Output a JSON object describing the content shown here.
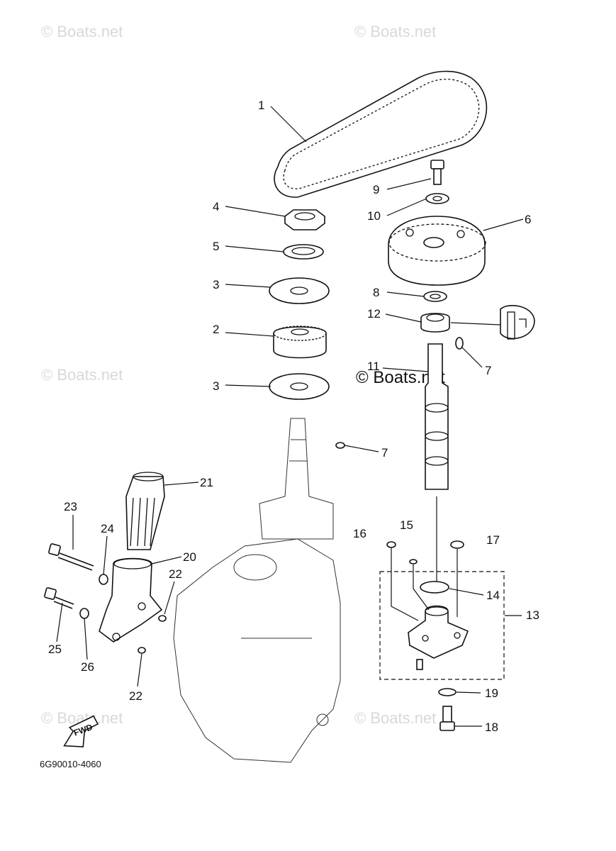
{
  "watermarks": {
    "top_left": "© Boats.net",
    "top_right": "© Boats.net",
    "mid_left": "© Boats.net",
    "center": "© Boats.net",
    "bottom_left": "© Boats.net",
    "bottom_right": "© Boats.net"
  },
  "diagram_code": "6G90010-4060",
  "fwd_label": "FWD",
  "callouts": {
    "c1": "1",
    "c2": "2",
    "c3a": "3",
    "c3b": "3",
    "c4": "4",
    "c5": "5",
    "c6": "6",
    "c7a": "7",
    "c7b": "7",
    "c8": "8",
    "c9": "9",
    "c10": "10",
    "c11": "11",
    "c12": "12",
    "c13": "13",
    "c14": "14",
    "c15": "15",
    "c16": "16",
    "c17": "17",
    "c18": "18",
    "c19": "19",
    "c20": "20",
    "c21": "21",
    "c22a": "22",
    "c22b": "22",
    "c23": "23",
    "c24": "24",
    "c25": "25",
    "c26": "26"
  }
}
